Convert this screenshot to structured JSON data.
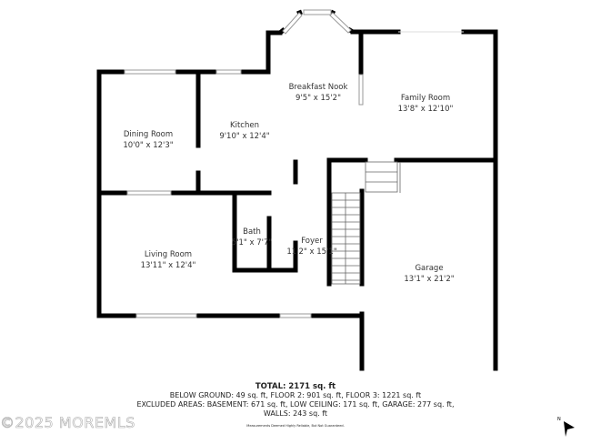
{
  "rooms": {
    "breakfast_nook": {
      "name": "Breakfast Nook",
      "size": "9'5\" x 15'2\""
    },
    "family_room": {
      "name": "Family Room",
      "size": "13'8\" x 12'10\""
    },
    "dining_room": {
      "name": "Dining Room",
      "size": "10'0\" x 12'3\""
    },
    "kitchen": {
      "name": "Kitchen",
      "size": "9'10\" x 12'4\""
    },
    "bath": {
      "name": "Bath",
      "size": "5'1\" x 7'7\""
    },
    "foyer": {
      "name": "Foyer",
      "size": "11'2\" x 15'1\""
    },
    "living_room": {
      "name": "Living Room",
      "size": "13'11\" x 12'4\""
    },
    "garage": {
      "name": "Garage",
      "size": "13'1\" x 21'2\""
    }
  },
  "summary": {
    "total": "TOTAL: 2171 sq. ft",
    "line1": "BELOW GROUND: 49 sq. ft, FLOOR 2: 901 sq. ft, FLOOR 3: 1221 sq. ft",
    "line2": "EXCLUDED AREAS: BASEMENT: 671 sq. ft, LOW CEILING: 171 sq. ft, GARAGE: 277 sq. ft,",
    "line3": "WALLS: 243 sq. ft",
    "note": "Measurements Deemed Highly Reliable, But Not Guaranteed."
  },
  "watermark": "©2025 MOREMLS",
  "compass": {
    "label": "N",
    "icon": "north-arrow-icon"
  },
  "colors": {
    "wall": "#000000",
    "window": "#cccccc"
  }
}
